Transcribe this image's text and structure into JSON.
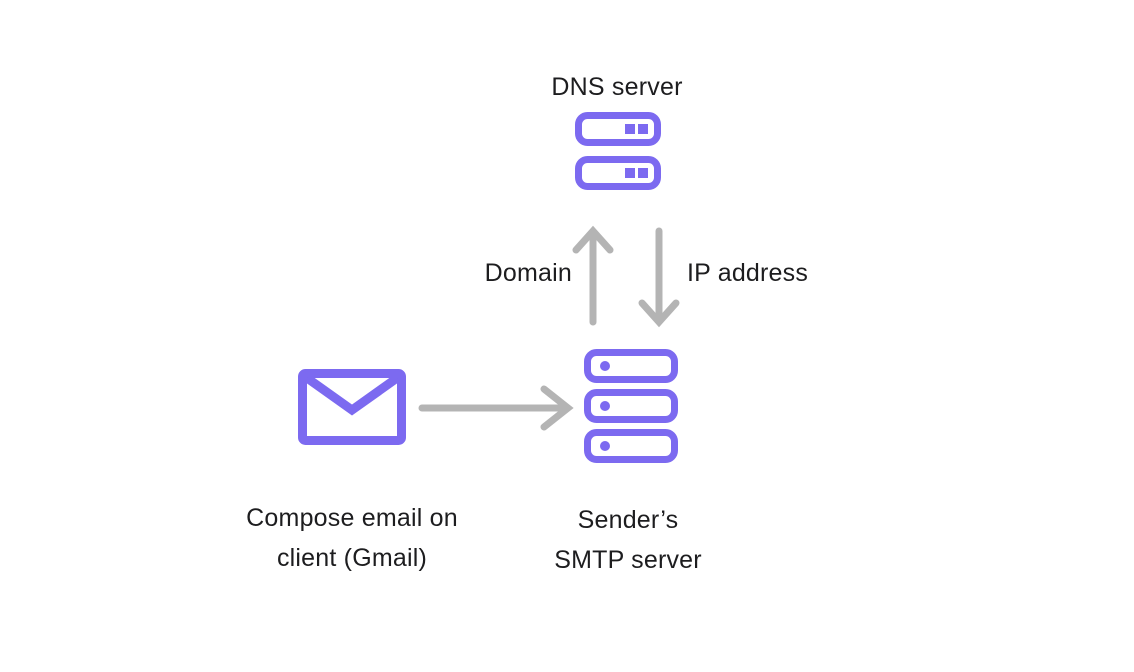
{
  "colors": {
    "accent-purple": "#7C6AF0",
    "arrow-gray": "#B4B4B4",
    "text-dark": "#1D1D1F",
    "background": "#FFFFFF"
  },
  "diagram": {
    "nodes": {
      "dns_server": {
        "label": "DNS server",
        "icon": "server-rack-2bay-icon"
      },
      "email_client": {
        "label_line1": "Compose email on",
        "label_line2": "client (Gmail)",
        "icon": "envelope-icon"
      },
      "smtp_server": {
        "label_line1": "Sender’s",
        "label_line2": "SMTP server",
        "icon": "server-rack-3bay-icon"
      }
    },
    "edges": {
      "domain_query": {
        "label": "Domain",
        "direction": "up",
        "from": "smtp_server",
        "to": "dns_server"
      },
      "ip_response": {
        "label": "IP address",
        "direction": "down",
        "from": "dns_server",
        "to": "smtp_server"
      },
      "send_email": {
        "label": "",
        "direction": "right",
        "from": "email_client",
        "to": "smtp_server"
      }
    }
  }
}
